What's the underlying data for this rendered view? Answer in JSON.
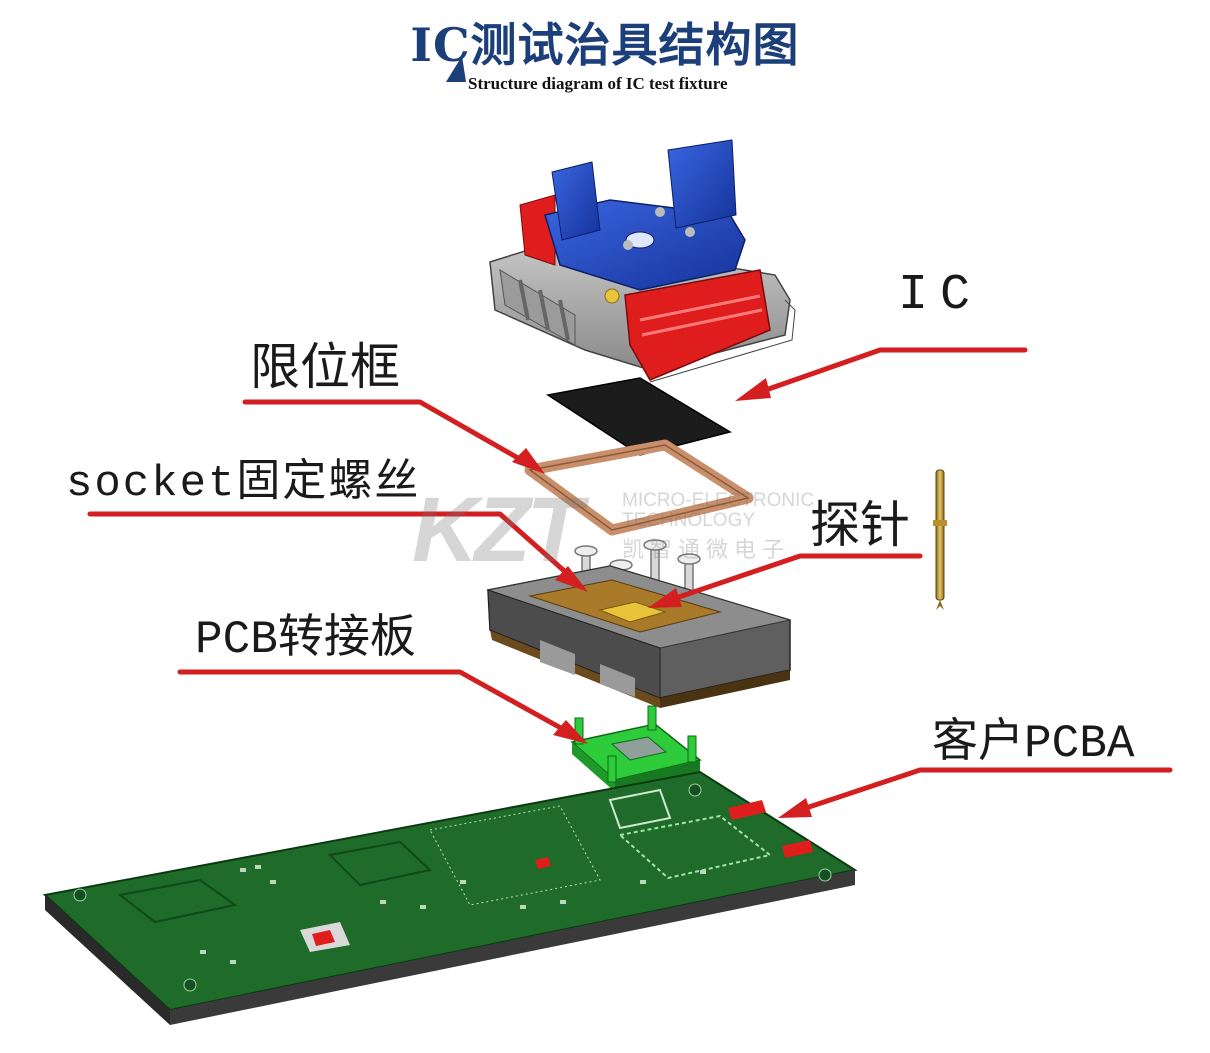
{
  "header": {
    "title": "IC测试治具结构图",
    "subtitle": "Structure diagram of IC test fixture"
  },
  "labels": {
    "ic": "IC",
    "limit_frame": "限位框",
    "socket_screw": "socket固定螺丝",
    "probe": "探针",
    "pcb_adapter": "PCB转接板",
    "customer_pcba": "客户PCBA"
  },
  "watermark": {
    "logo": "KZT",
    "line1": "MICRO-ELECTRONIC",
    "line2": "TECHNOLOGY",
    "line3": "凯智通微电子"
  },
  "colors": {
    "title": "#1c3f7a",
    "arrow": "#d31f1f",
    "pcb": "#1f6b2a",
    "socket_blue": "#1f45b8",
    "socket_red": "#e01d1d",
    "adapter_green": "#2ecc3a"
  }
}
